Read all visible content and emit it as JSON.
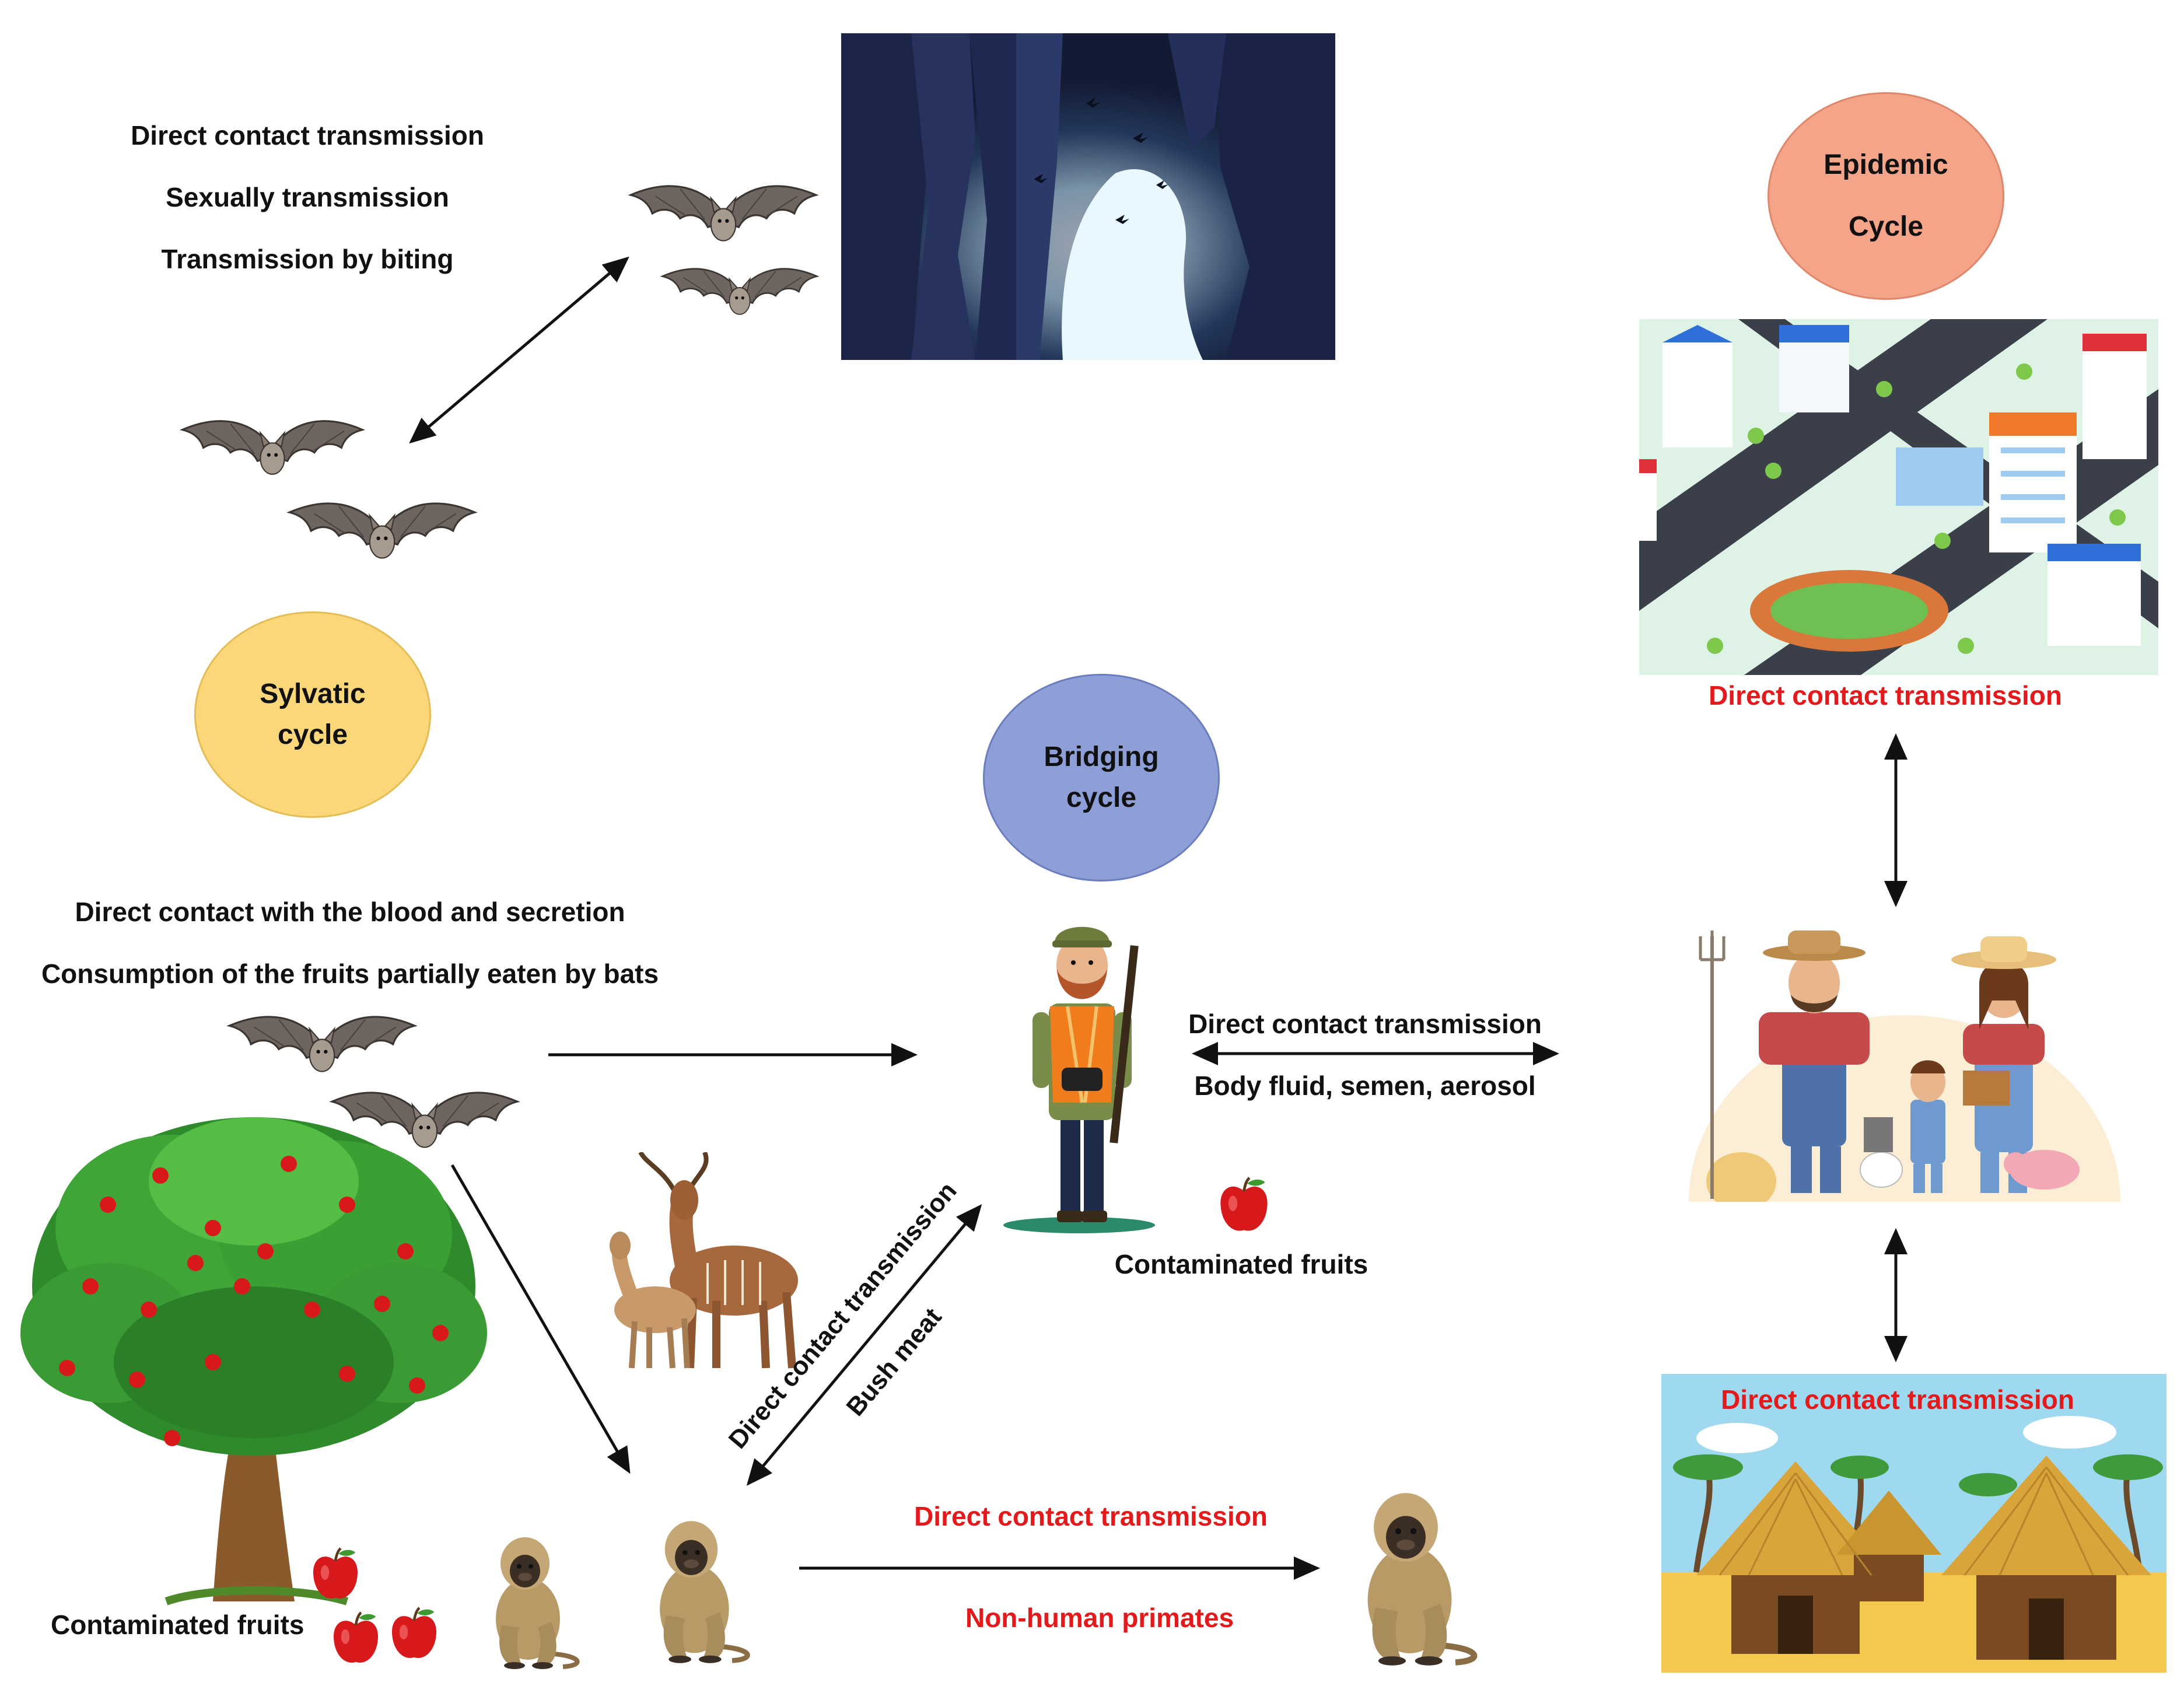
{
  "sylvatic": {
    "circle_label": [
      "Sylvatic",
      "cycle"
    ],
    "top_routes": [
      "Direct contact transmission",
      "Sexually transmission",
      "Transmission by biting"
    ],
    "lower_routes": [
      "Direct contact with the blood and secretion",
      "Consumption of the fruits partially eaten by bats"
    ],
    "fruits_label": "Contaminated fruits"
  },
  "bridging": {
    "circle_label": [
      "Bridging",
      "cycle"
    ],
    "hunter_routes": [
      "Direct contact transmission",
      "Body fluid, semen, aerosol"
    ],
    "fruits_label": "Contaminated fruits",
    "diagonal_routes": [
      "Direct contact transmission",
      "Bush meat"
    ],
    "primate_routes": [
      "Direct contact transmission",
      "Non-human primates"
    ]
  },
  "epidemic": {
    "circle_label": [
      "Epidemic",
      "Cycle"
    ],
    "city_label": "Direct contact transmission",
    "village_label": "Direct contact transmission"
  },
  "colors": {
    "sylvatic_circle": "#fbd77a",
    "bridging_circle": "#8e9fd8",
    "epidemic_circle": "#f4a489",
    "red_text": "#e3191b"
  },
  "icons": [
    "bat-icon",
    "cave-image",
    "apple-tree-icon",
    "apple-icon",
    "monkey-icon",
    "antelope-icon",
    "hunter-icon",
    "city-image",
    "farmer-family-icon",
    "village-huts-image"
  ]
}
